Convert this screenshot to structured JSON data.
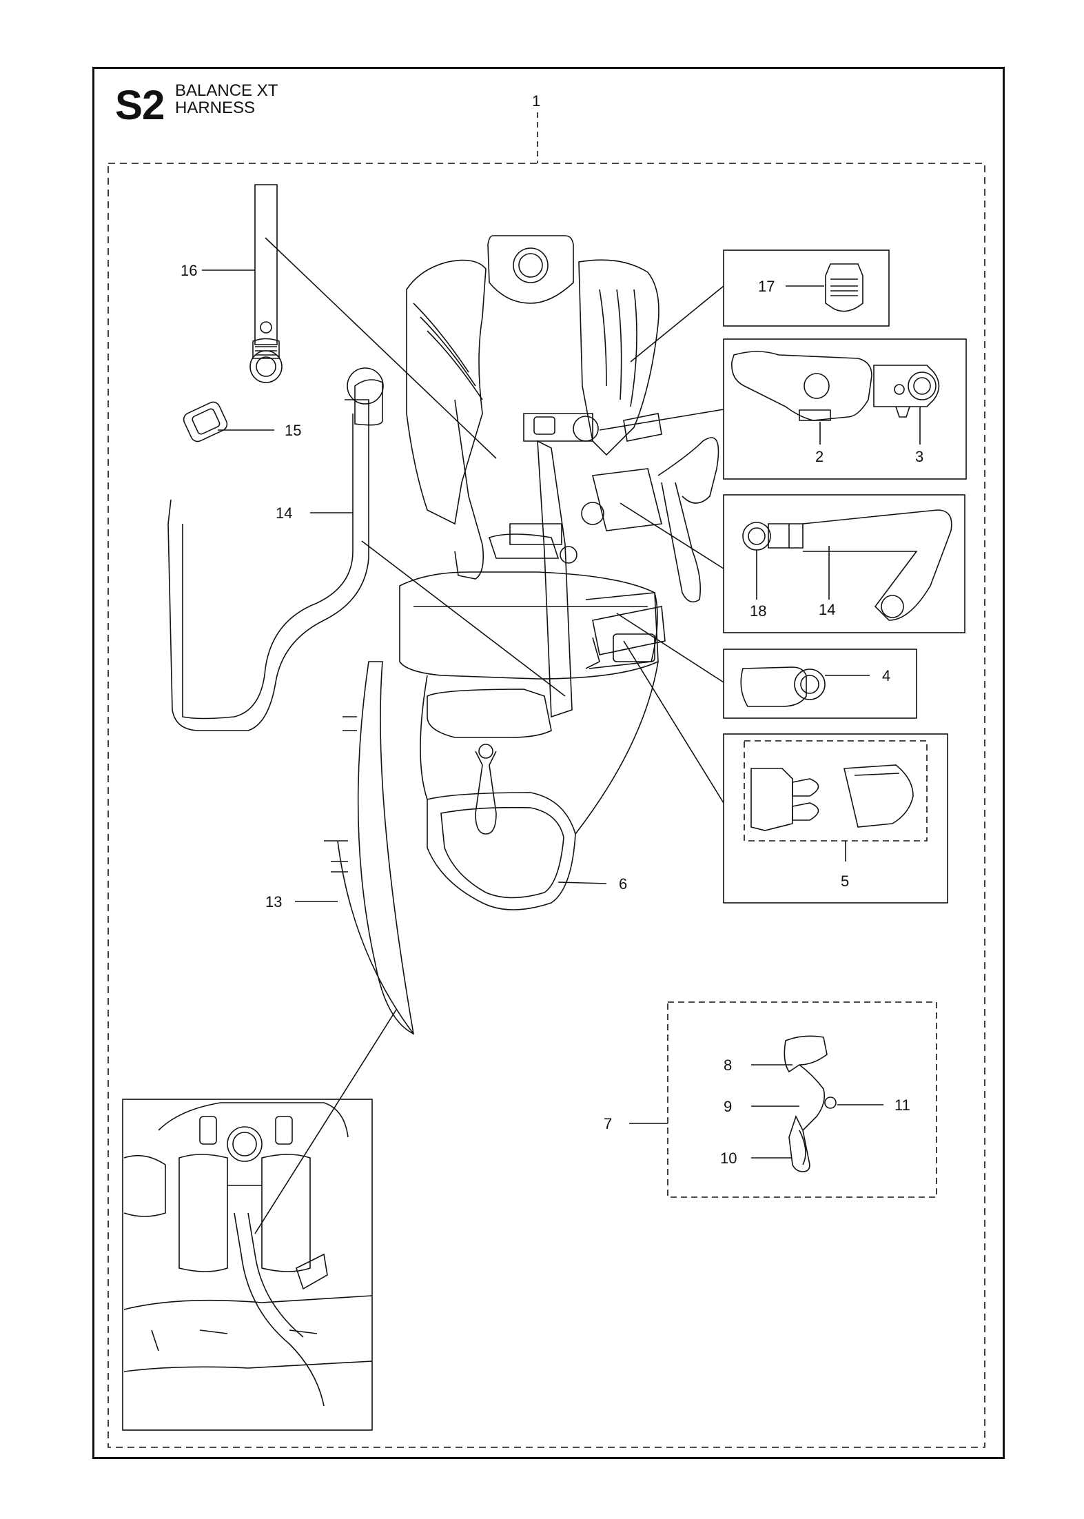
{
  "header": {
    "section_code": "S2",
    "title_line_1": "BALANCE XT",
    "title_line_2": "HARNESS"
  },
  "callouts": {
    "c1": "1",
    "c2": "2",
    "c3": "3",
    "c4": "4",
    "c5": "5",
    "c6": "6",
    "c7": "7",
    "c8": "8",
    "c9": "9",
    "c10": "10",
    "c11": "11",
    "c13": "13",
    "c14a": "14",
    "c14b": "14",
    "c15": "15",
    "c16": "16",
    "c17": "17",
    "c18": "18"
  }
}
